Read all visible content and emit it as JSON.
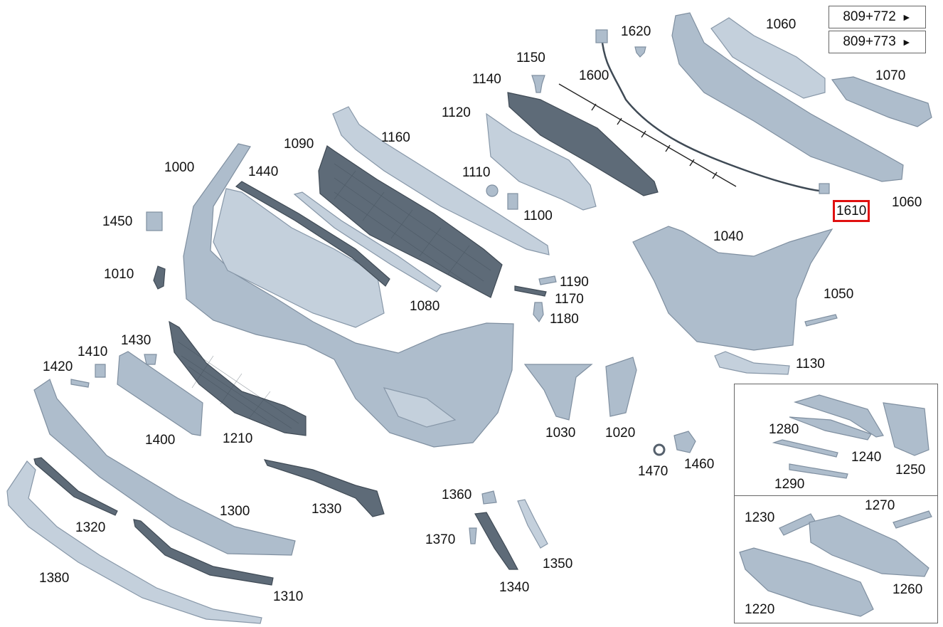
{
  "diagram": {
    "highlighted_part": "1610",
    "references": [
      {
        "label": "809+772",
        "arrow": "►"
      },
      {
        "label": "809+773",
        "arrow": "►"
      }
    ],
    "labels": {
      "l1000": "1000",
      "l1010": "1010",
      "l1020": "1020",
      "l1030": "1030",
      "l1040": "1040",
      "l1050": "1050",
      "l1060a": "1060",
      "l1060b": "1060",
      "l1070": "1070",
      "l1080": "1080",
      "l1090": "1090",
      "l1100": "1100",
      "l1110": "1110",
      "l1120": "1120",
      "l1130": "1130",
      "l1140": "1140",
      "l1150": "1150",
      "l1160": "1160",
      "l1170": "1170",
      "l1180": "1180",
      "l1190": "1190",
      "l1210": "1210",
      "l1220": "1220",
      "l1230": "1230",
      "l1240": "1240",
      "l1250": "1250",
      "l1260": "1260",
      "l1270": "1270",
      "l1280": "1280",
      "l1290": "1290",
      "l1300": "1300",
      "l1310": "1310",
      "l1320": "1320",
      "l1330": "1330",
      "l1340": "1340",
      "l1350": "1350",
      "l1360": "1360",
      "l1370": "1370",
      "l1380": "1380",
      "l1400": "1400",
      "l1410": "1410",
      "l1420": "1420",
      "l1430": "1430",
      "l1440": "1440",
      "l1450": "1450",
      "l1460": "1460",
      "l1470": "1470",
      "l1600": "1600",
      "l1610": "1610",
      "l1620": "1620"
    }
  }
}
